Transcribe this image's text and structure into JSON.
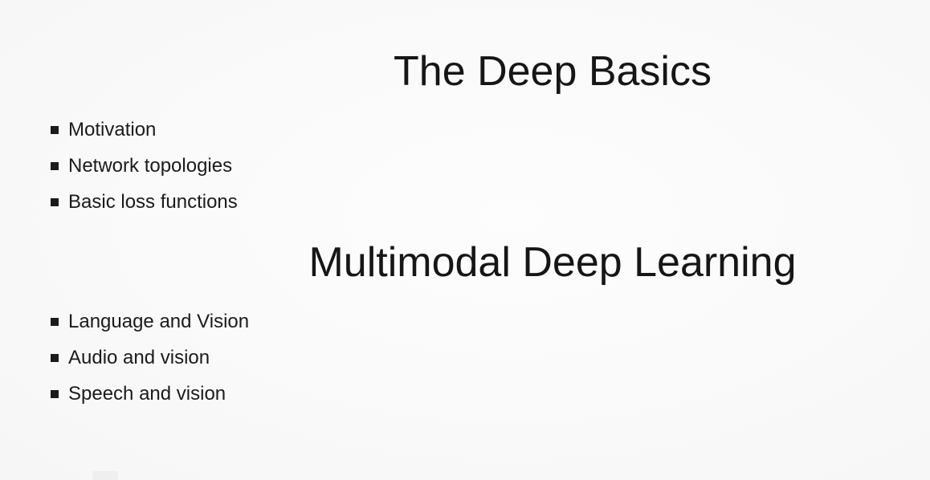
{
  "slide": {
    "background_color": "#f8f8f8",
    "text_color": "#1b1b1b",
    "sections": [
      {
        "title": "The Deep Basics",
        "bullets": [
          "Motivation",
          "Network topologies",
          "Basic loss functions"
        ]
      },
      {
        "title": "Multimodal Deep Learning",
        "bullets": [
          "Language and Vision",
          "Audio and vision",
          "Speech and vision"
        ]
      }
    ]
  }
}
